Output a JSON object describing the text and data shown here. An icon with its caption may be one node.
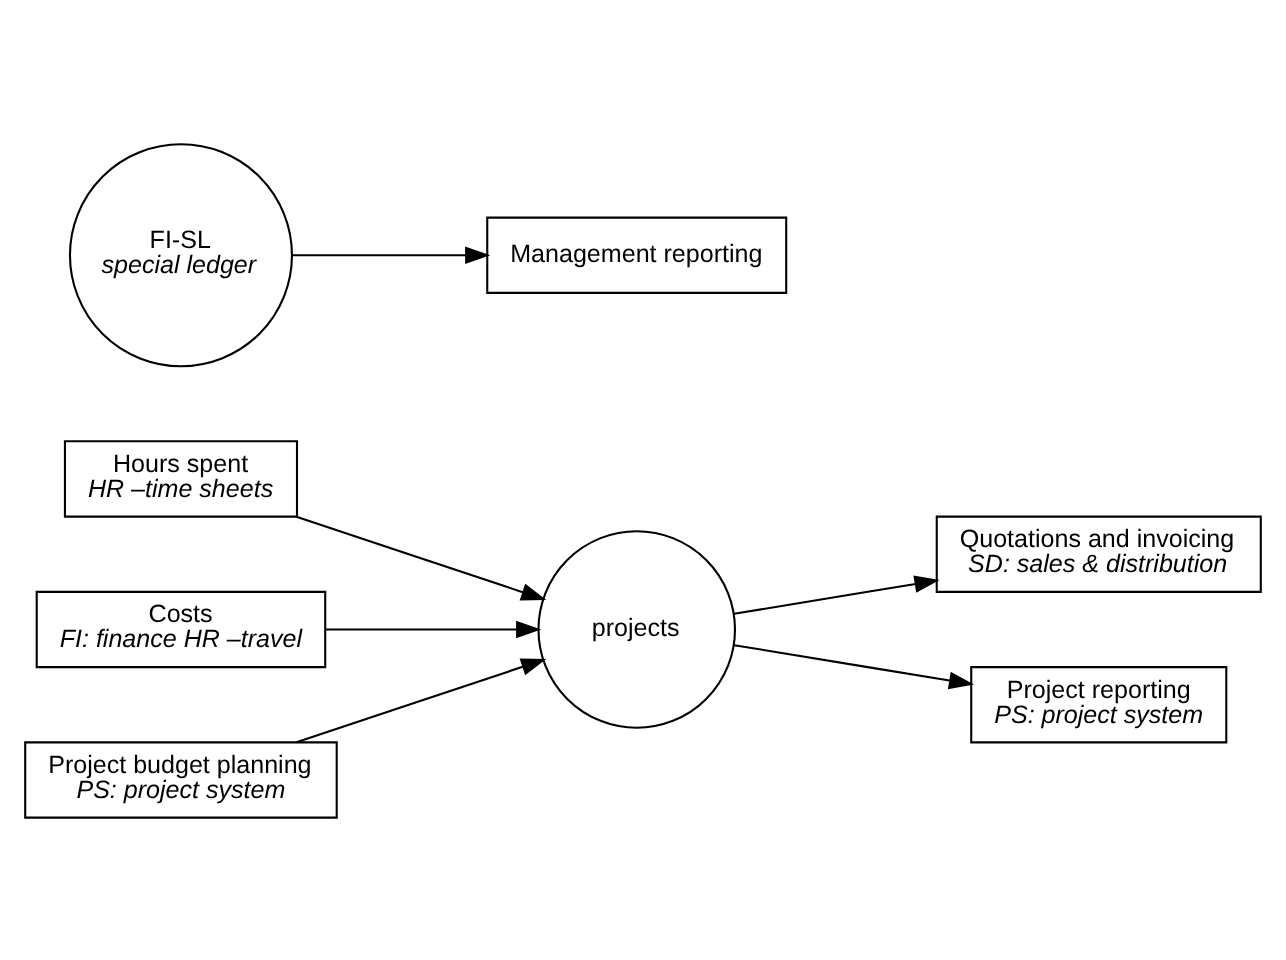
{
  "diagram": {
    "nodes": [
      {
        "text": [
          "Hours spent",
          "HR –time sheets"
        ]
      },
      {
        "text": [
          "Costs",
          "FI: finance HR –travel"
        ]
      },
      {
        "text": [
          "Project budget planning",
          "PS: project system"
        ]
      },
      {
        "text": [
          "projects"
        ]
      },
      {
        "text": [
          "FI-SL",
          "special ledger"
        ]
      },
      {
        "text": [
          "Quotations and invoicing",
          "SD: sales & distribution"
        ]
      },
      {
        "text": [
          "Project reporting",
          "PS: project system"
        ]
      },
      {
        "text": [
          "Management reporting"
        ]
      }
    ],
    "edges": [
      {
        "from": 0,
        "to": 3,
        "arrow": "to"
      },
      {
        "from": 1,
        "to": 3,
        "arrow": "to"
      },
      {
        "from": 2,
        "to": 3,
        "arrow": "to"
      },
      {
        "from": 3,
        "to": 5,
        "arrow": "to"
      },
      {
        "from": 3,
        "to": 6,
        "arrow": "to"
      },
      {
        "from": 4,
        "to": 7,
        "arrow": "to"
      }
    ]
  }
}
